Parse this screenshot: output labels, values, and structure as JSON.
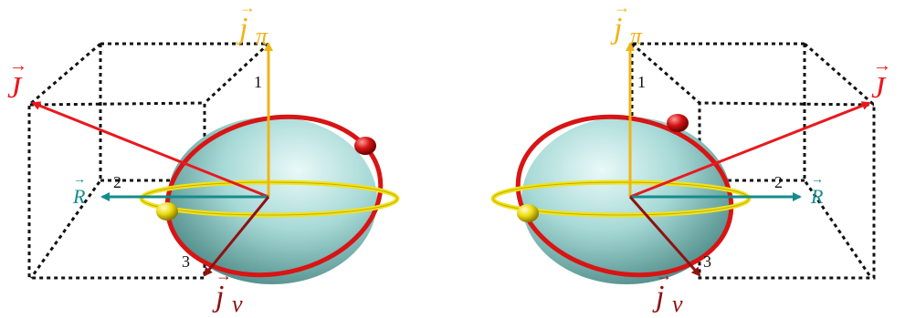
{
  "colors": {
    "J": "#e8191d",
    "j_pi": "#f0b418",
    "j_nu": "#8f1111",
    "R": "#148c8c",
    "orbit_red": "#d81414",
    "orbit_yellow": "#f2e21a",
    "ellipsoid": "#9fd6d3",
    "frame": "#111111"
  },
  "left_panel": {
    "labels": {
      "J": "J",
      "j_pi": "j",
      "j_pi_sub": "π",
      "j_nu": "j",
      "j_nu_sub": "ν",
      "R": "R"
    },
    "axes": [
      "1",
      "2",
      "3"
    ]
  },
  "right_panel": {
    "labels": {
      "J": "J",
      "j_pi": "j",
      "j_pi_sub": "π",
      "j_nu": "j",
      "j_nu_sub": "ν",
      "R": "R"
    },
    "axes": [
      "1",
      "2",
      "3"
    ]
  }
}
